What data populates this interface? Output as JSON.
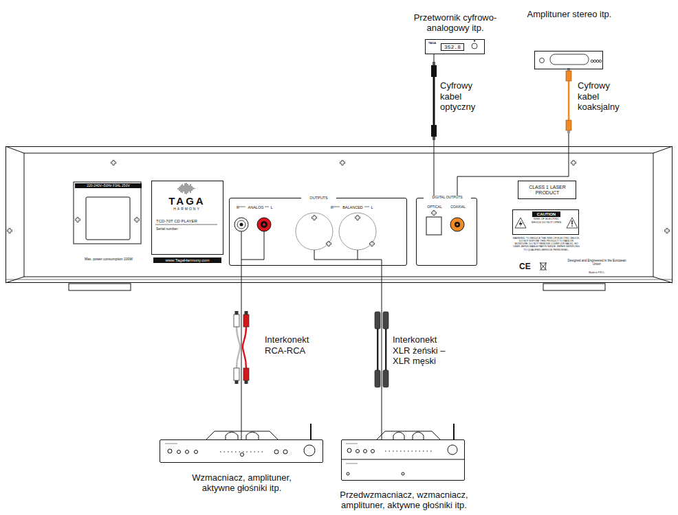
{
  "diagram": {
    "nodes": [
      {
        "text": [
          "Przetwornik cyfrowo-analogowy itp.",
          "TAGA",
          "352.8"
        ]
      },
      {
        "text": [
          "Amplituner stereo itp."
        ]
      },
      {
        "text": [
          "220-240V~50Hz F3AL 250V",
          "Max. power consumption 100W",
          "www.TagaHarmony.com",
          "CE",
          "Designed and Engineered in the European Union",
          "Made in P.R.C."
        ]
      },
      {
        "text": [
          "TAGA",
          "HARMONY",
          "TCD-70T CD PLAYER",
          "Serial number:"
        ],
        "in": 2
      },
      {
        "text": [
          "OUTPUTS",
          "R",
          "ANALOG",
          "L",
          "R",
          "BALANCED",
          "L"
        ],
        "in": 2
      },
      {
        "text": [
          "DIGITAL OUTPUTS",
          "OPTICAL",
          "COAXIAL"
        ],
        "in": 2
      },
      {
        "text": [
          "CLASS 1 LASER PRODUCT"
        ],
        "in": 2
      },
      {
        "text": [
          "CAUTION",
          "RISK OF ELECTRIC SHOCK DO NOT OPEN",
          "WARNING: TO REDUCE THE RISK OF ELECTRIC SHOCK, DO NOT EXPOSE THIS PRODUCT TO RAIN OR MOISTURE. DO NOT REMOVE COVER (OR BACK). NO USER-SERVICEABLE PARTS INSIDE. REFER SERVICING TO QUALIFIED SERVICE PERSONNEL."
        ],
        "in": 2
      },
      {
        "text": [
          "Wzmacniacz, amplituner, aktywne głośniki itp."
        ]
      },
      {
        "text": [
          "Przedwzmacniacz, wzmacniacz, amplituner, aktywne głośniki itp."
        ]
      }
    ],
    "edges": [
      {
        "from": 5,
        "to": 0,
        "label": "Cyfrowy kabel optyczny",
        "arrow": "none"
      },
      {
        "from": 5,
        "to": 1,
        "label": "Cyfrowy kabel koaksjalny",
        "arrow": "none"
      },
      {
        "from": 4,
        "to": 8,
        "label": "Interkonekt RCA-RCA",
        "arrow": "none"
      },
      {
        "from": 4,
        "to": 9,
        "label": "Interkonekt XLR żeński – XLR męski",
        "arrow": "none"
      }
    ]
  }
}
